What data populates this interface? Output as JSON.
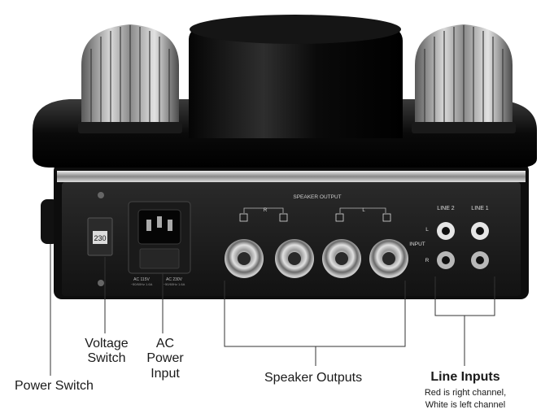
{
  "panel": {
    "voltage_value": "230",
    "speaker_output_label": "SPEAKER OUTPUT",
    "speaker_right": "R",
    "speaker_left": "L",
    "line2_label": "LINE 2",
    "line1_label": "LINE 1",
    "input_label": "INPUT",
    "input_left": "L",
    "input_right": "R",
    "ac_rating_1": "AC 115V",
    "ac_rating_1b": "~50/60Hz 1.6A",
    "ac_rating_2": "AC 230V",
    "ac_rating_2b": "~50/60Hz 1.6A"
  },
  "callouts": {
    "power_switch": "Power Switch",
    "voltage_switch_1": "Voltage",
    "voltage_switch_2": "Switch",
    "ac_power_1": "AC Power",
    "ac_power_2": "Input",
    "speaker_outputs": "Speaker Outputs",
    "line_inputs": "Line Inputs",
    "line_inputs_sub_1": "Red is right channel,",
    "line_inputs_sub_2": "White is left channel"
  },
  "colors": {
    "chassis": "#0d0d0d",
    "panel": "#1c1c1c",
    "chrome": "#b5b5b5",
    "line": "#333333"
  }
}
